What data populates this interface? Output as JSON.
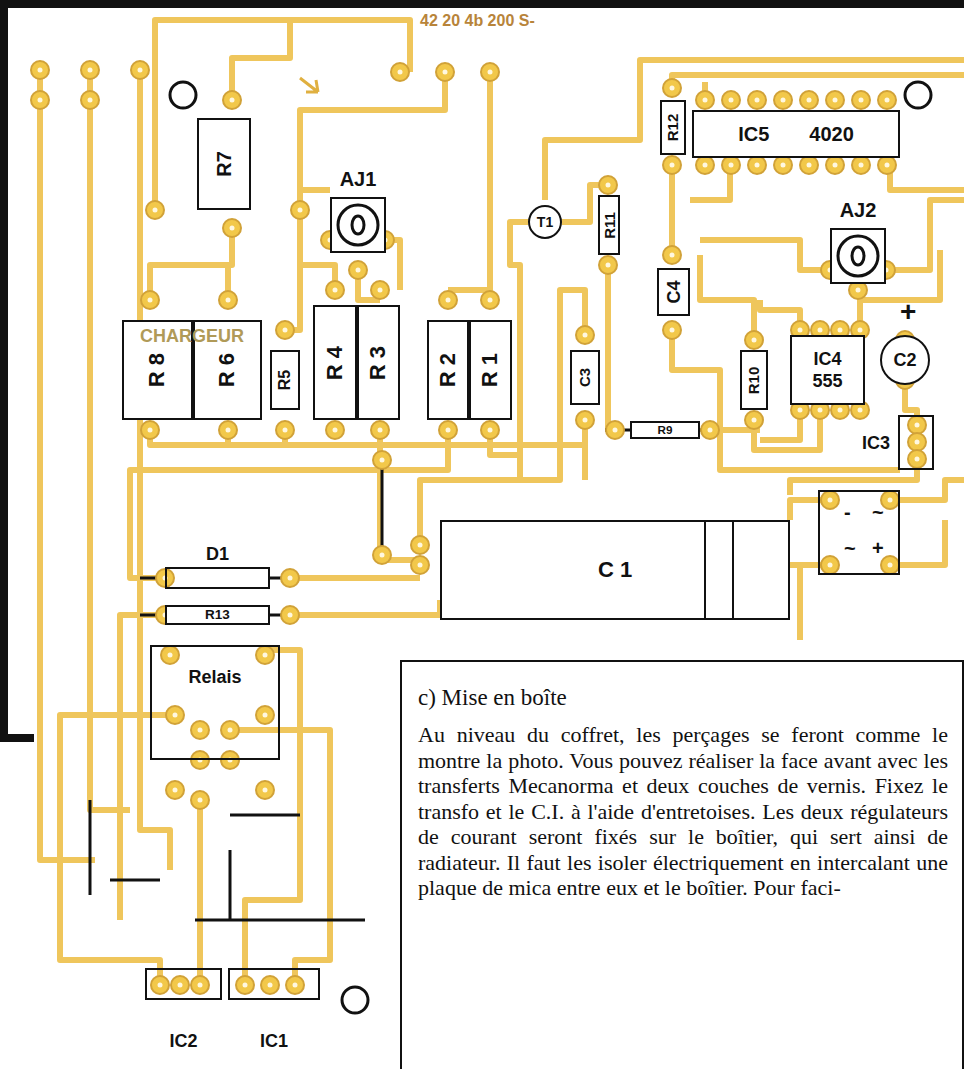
{
  "diagram": {
    "nodes": [
      {
        "text": [
          "R7"
        ]
      },
      {
        "text": [
          "AJ1"
        ]
      },
      {
        "text": [
          "T1"
        ]
      },
      {
        "text": [
          "R11"
        ]
      },
      {
        "text": [
          "R12"
        ]
      },
      {
        "text": [
          "IC5",
          "4020"
        ]
      },
      {
        "text": [
          "AJ2"
        ]
      },
      {
        "text": [
          "C4"
        ]
      },
      {
        "text": [
          "R 8"
        ]
      },
      {
        "text": [
          "R 6"
        ]
      },
      {
        "text": [
          "R5"
        ]
      },
      {
        "text": [
          "R 4"
        ]
      },
      {
        "text": [
          "R 3"
        ]
      },
      {
        "text": [
          "R 2"
        ]
      },
      {
        "text": [
          "R 1"
        ]
      },
      {
        "text": [
          "C3"
        ]
      },
      {
        "text": [
          "R10"
        ]
      },
      {
        "text": [
          "IC4",
          "555"
        ]
      },
      {
        "text": [
          "C2"
        ]
      },
      {
        "text": [
          "R9"
        ]
      },
      {
        "text": [
          "IC3"
        ]
      },
      {
        "text": [
          "-",
          "~",
          "~",
          "+"
        ]
      },
      {
        "text": [
          "C 1"
        ]
      },
      {
        "text": [
          "D1"
        ]
      },
      {
        "text": [
          "R13"
        ]
      },
      {
        "text": [
          "Relais"
        ]
      },
      {
        "text": [
          "IC2"
        ]
      },
      {
        "text": [
          "IC1"
        ]
      },
      {
        "text": [
          "c) Mise en boîte",
          "Au niveau du coffret, les perçages se feront comme le montre la photo. Vous pouvez réaliser la face avant avec les transferts Mecanorma et deux couches de vernis. Fixez le transfo et le C.I. à l'aide d'entretoises. Les deux régulateurs de courant seront fixés sur le boîtier, qui sert ainsi de radiateur. Il faut les isoler électriquement en intercalant une plaque de mica entre eux et le boîtier. Pour faci-"
        ]
      }
    ],
    "labels": [
      "42 20 4b 200 S-",
      "CHARGEUR",
      "+"
    ]
  }
}
